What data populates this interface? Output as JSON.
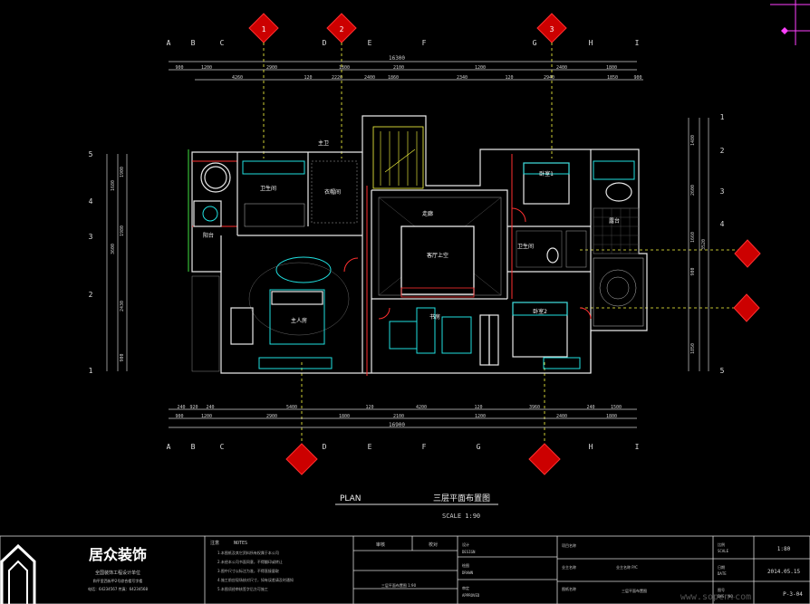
{
  "drawing": {
    "plan_label": "PLAN",
    "plan_title": "三层平面布置图",
    "scale_label": "SCALE 1:90"
  },
  "grid": {
    "columns": [
      "A",
      "B",
      "C",
      "D",
      "E",
      "F",
      "G",
      "H",
      "I"
    ],
    "rows": [
      "5",
      "4",
      "3",
      "2",
      "1"
    ],
    "right_rows": [
      "1",
      "2",
      "3",
      "4",
      "5"
    ]
  },
  "dimensions": {
    "top_overall": "16300",
    "top_row1": [
      "900",
      "1200",
      "2900",
      "1800",
      "2100",
      "1200",
      "2400",
      "1800"
    ],
    "top_row2": [
      "4260",
      "120",
      "2220",
      "2400",
      "1860",
      "2340",
      "120",
      "2940",
      "1850",
      "900"
    ],
    "bottom_overall": "16900",
    "bottom_row1": [
      "240",
      "920",
      "240",
      "5400",
      "120",
      "4200",
      "120",
      "3960",
      "240",
      "1500"
    ],
    "bottom_row2": [
      "900",
      "1200",
      "2900",
      "1800",
      "2100",
      "1200",
      "2400",
      "1800"
    ],
    "left": [
      "1900",
      "1680",
      "1980",
      "2430",
      "3600",
      "900"
    ],
    "right": [
      "1480",
      "2600",
      "1660",
      "900",
      "3520",
      "1850"
    ]
  },
  "rooms": {
    "bath": "卫生间",
    "cloak": "衣帽间",
    "corridor": "走廊",
    "void": "客厅上空",
    "bedroom1": "卧室1",
    "master_bed": "主人房",
    "study": "书房",
    "bedroom2": "卧室2",
    "wc": "卫生间",
    "balcony": "露台",
    "balcony2": "阳台",
    "master_bath": "主卫"
  },
  "title_block": {
    "company": "居众装饰",
    "company_line1": "全国装饰工程设计单位",
    "company_line2": "和平里西街甲2号综合楼写字楼",
    "company_line3": "电话：64234567  传真：64234568",
    "notes_label": "注意",
    "notes_title": "NOTES",
    "notes": [
      "1.本图纸及其它资料所有权属于本公司",
      "2.未经本公司书面同意，不得翻印或转让",
      "3.图中尺寸以标注为准，不得直接量取",
      "4.施工前应现场核对尺寸，如有误差请及时通知",
      "5.本图须经审核签字后方可施工"
    ],
    "review_label": "审核",
    "check_label": "校对",
    "design_label": "设计",
    "design_en": "DESIGN",
    "draw_label": "绘图",
    "draw_en": "DRAWN",
    "audit_label": "审定",
    "audit_en": "APPROVED",
    "project_label": "项目名称",
    "project_name": "三层平面布置图 1:90",
    "client_label": "业主名称",
    "client_name": "业主名称 P/C",
    "drawing_label": "图纸名称",
    "drawing_name": "三层平面布置图",
    "scale_label": "比例",
    "scale_en": "SCALE",
    "scale_value": "1:80",
    "date_label": "日期",
    "date_en": "DATE",
    "date_value": "2014.05.15",
    "no_label": "图号",
    "no_en": "DWG. NO.",
    "no_value": "P-3-04"
  },
  "watermark": "www.sopcn.com",
  "colors": {
    "background": "#000000",
    "wall": "#e8e8e8",
    "red": "#ff3030",
    "green": "#40e040",
    "cyan": "#20e0e0",
    "yellow": "#ffff40",
    "magenta": "#ff40ff"
  }
}
